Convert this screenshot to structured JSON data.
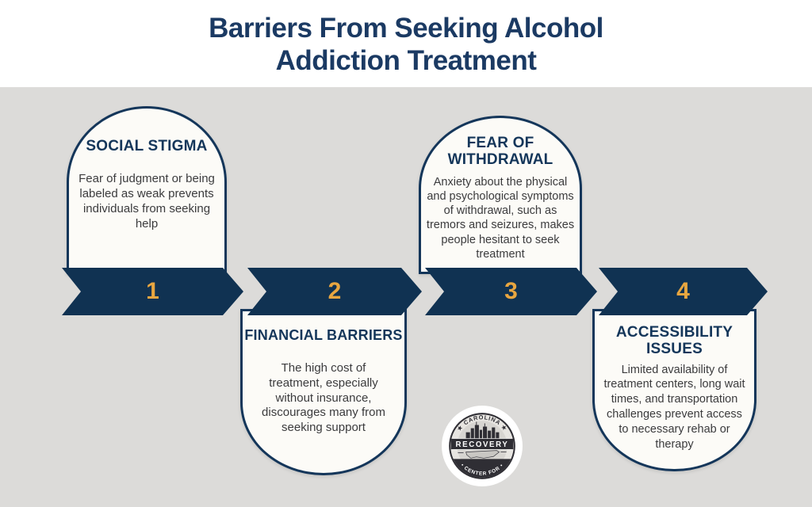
{
  "title": {
    "line1": "Barriers From Seeking Alcohol",
    "line2": "Addiction Treatment"
  },
  "steps": [
    {
      "number": "1",
      "heading": "SOCIAL STIGMA",
      "body": "Fear of judgment or being labeled as weak prevents individuals from seeking help",
      "card_position": "above-timeline"
    },
    {
      "number": "2",
      "heading": "FINANCIAL BARRIERS",
      "body": "The high cost of treatment, especially without insurance, discourages many from seeking support",
      "card_position": "below-timeline"
    },
    {
      "number": "3",
      "heading": "FEAR OF WITHDRAWAL",
      "body": "Anxiety about the physical and psychological symptoms of withdrawal, such as tremors and seizures, makes people hesitant to seek treatment",
      "card_position": "above-timeline"
    },
    {
      "number": "4",
      "heading": "ACCESSIBILITY ISSUES",
      "body": "Limited availability of treatment centers, long wait times, and transportation challenges prevent access to necessary rehab or therapy",
      "card_position": "below-timeline"
    }
  ],
  "logo": {
    "top_text": "★ CAROLINA ★",
    "center_text": "RECOVERY",
    "bottom_text": "• CENTER FOR •"
  },
  "colors": {
    "timeline_navy": "#103252",
    "number_gold": "#E8A640",
    "background_gray": "#DCDBD9",
    "top_band_white": "#FFFFFF",
    "card_background": "#FCFBF7",
    "card_border_navy": "#14365A",
    "title_navy": "#1B3A63",
    "body_text_gray": "#3B3B3D"
  }
}
